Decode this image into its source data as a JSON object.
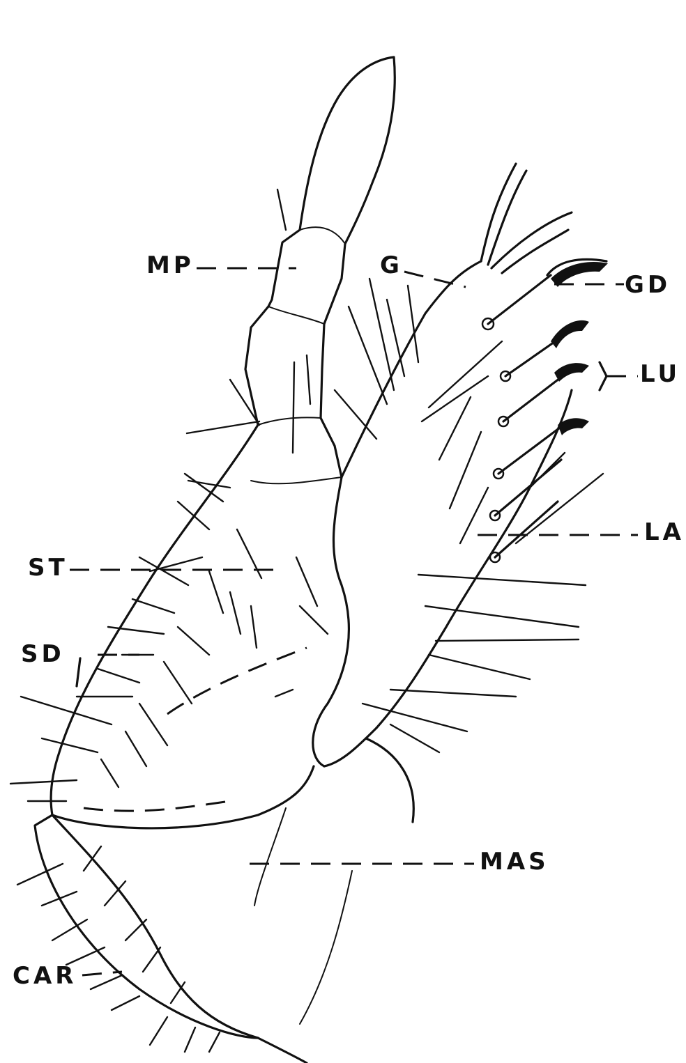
{
  "labels": {
    "mp": "MP",
    "g": "G",
    "gd": "GD",
    "lu": "LU",
    "la": "LA",
    "st": "ST",
    "sd": "SD",
    "mas": "MAS",
    "car": "CAR"
  },
  "colors": {
    "ink": "#111111",
    "background": "#ffffff"
  }
}
